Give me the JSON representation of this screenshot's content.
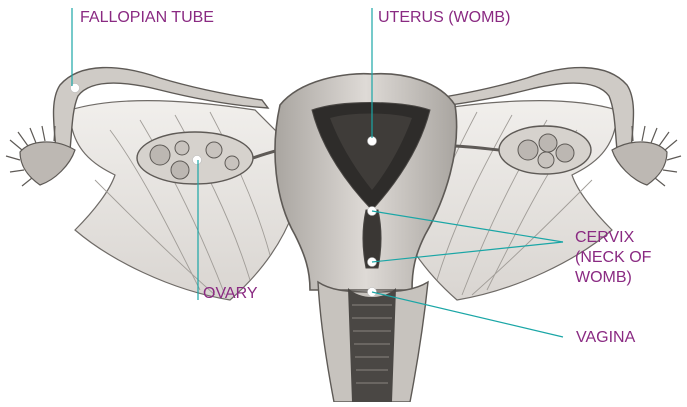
{
  "colors": {
    "label_text": "#8a2a82",
    "leader_line": "#1aa6a6",
    "marker": "#ffffff",
    "tissue_light": "#ece9e5",
    "tissue_mid": "#b9b5b0",
    "tissue_dark": "#4a4744",
    "cavity": "#2e2c2a"
  },
  "labels": {
    "fallopian_tube": "FALLOPIAN TUBE",
    "uterus": "UTERUS (WOMB)",
    "cervix": "CERVIX (NECK OF WOMB)",
    "ovary": "OVARY",
    "vagina": "VAGINA"
  }
}
